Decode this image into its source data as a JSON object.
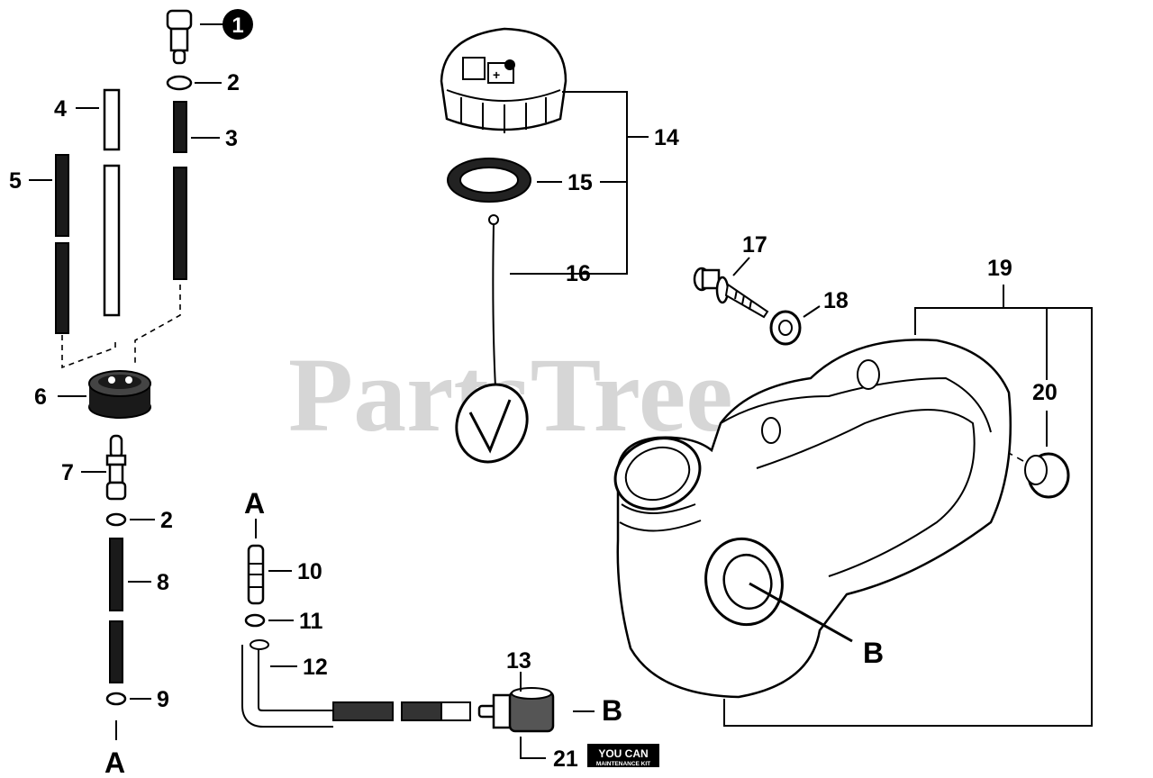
{
  "watermark": "PartsTree",
  "callouts": {
    "c1": "1",
    "c2a": "2",
    "c2b": "2",
    "c3": "3",
    "c4": "4",
    "c5": "5",
    "c6": "6",
    "c7": "7",
    "c8": "8",
    "c9": "9",
    "c10": "10",
    "c11": "11",
    "c12": "12",
    "c13": "13",
    "c14": "14",
    "c15": "15",
    "c16": "16",
    "c17": "17",
    "c18": "18",
    "c19": "19",
    "c20": "20",
    "c21": "21"
  },
  "connectors": {
    "a_top": "A",
    "a_bottom": "A",
    "b_hose": "B",
    "b_tank": "B"
  },
  "kit_badge": {
    "top": "YOU CAN",
    "bottom": "MAINTENANCE KIT"
  }
}
